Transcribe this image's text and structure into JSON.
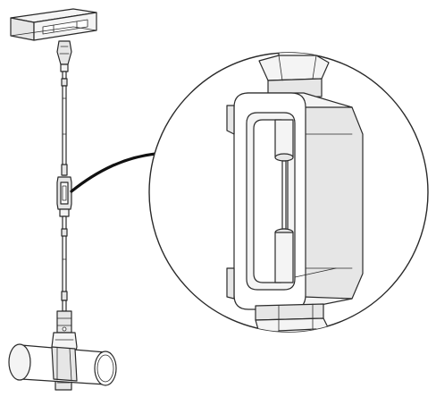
{
  "figure": {
    "components": [
      {
        "name": "ceiling-channel-bracket"
      },
      {
        "name": "rod-coupling-upper"
      },
      {
        "name": "threaded-rod-upper"
      },
      {
        "name": "turnbuckle"
      },
      {
        "name": "threaded-rod-lower"
      },
      {
        "name": "rod-coupling-lower"
      },
      {
        "name": "pipe-clamp"
      },
      {
        "name": "pipe"
      },
      {
        "name": "detail-magnifier-circle"
      },
      {
        "name": "leader-line"
      }
    ],
    "colors": {
      "stroke": "#2a2a2a",
      "fill_light": "#f4f4f4",
      "fill_mid": "#e6e6e6",
      "fill_dark": "#cfcfcf",
      "background": "#ffffff"
    }
  }
}
